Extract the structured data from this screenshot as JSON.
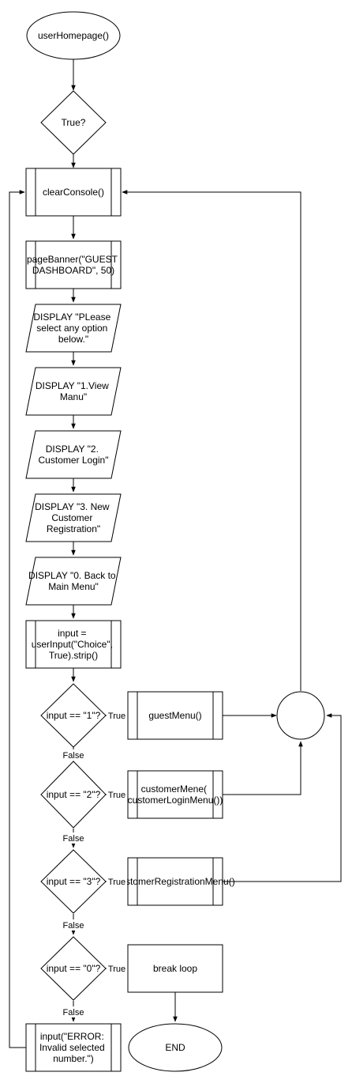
{
  "nodes": {
    "start": "userHomepage()",
    "loop_cond": "True?",
    "clear": "clearConsole()",
    "banner": [
      "pageBanner(\"GUEST",
      "DASHBOARD\", 50)"
    ],
    "display1": [
      "DISPLAY \"PLease",
      "select any option",
      "below.\""
    ],
    "display2": [
      "DISPLAY \"1.View",
      "Manu\""
    ],
    "display3": [
      "DISPLAY \"2.",
      "Customer Login\""
    ],
    "display4": [
      "DISPLAY \"3. New",
      "Customer",
      "Registration\""
    ],
    "display5": [
      "DISPLAY \"0. Back to",
      "Main Menu\""
    ],
    "input": [
      "input =",
      "userInput(\"Choice\",",
      "True).strip()"
    ],
    "cond1": "input == \"1\"?",
    "cond2": "input == \"2\"?",
    "cond3": "input == \"3\"?",
    "cond0": "input == \"0\"?",
    "guest": "guestMenu()",
    "customer": [
      "customerMene(",
      "customerLoginMenu())"
    ],
    "registration": "customerRegistrationMenu()",
    "break": "break loop",
    "error": [
      "input(\"ERROR:",
      "Invalid selected",
      "number.\")"
    ],
    "end": "END",
    "junction": ""
  },
  "edge_labels": {
    "true": "True",
    "false": "False"
  }
}
